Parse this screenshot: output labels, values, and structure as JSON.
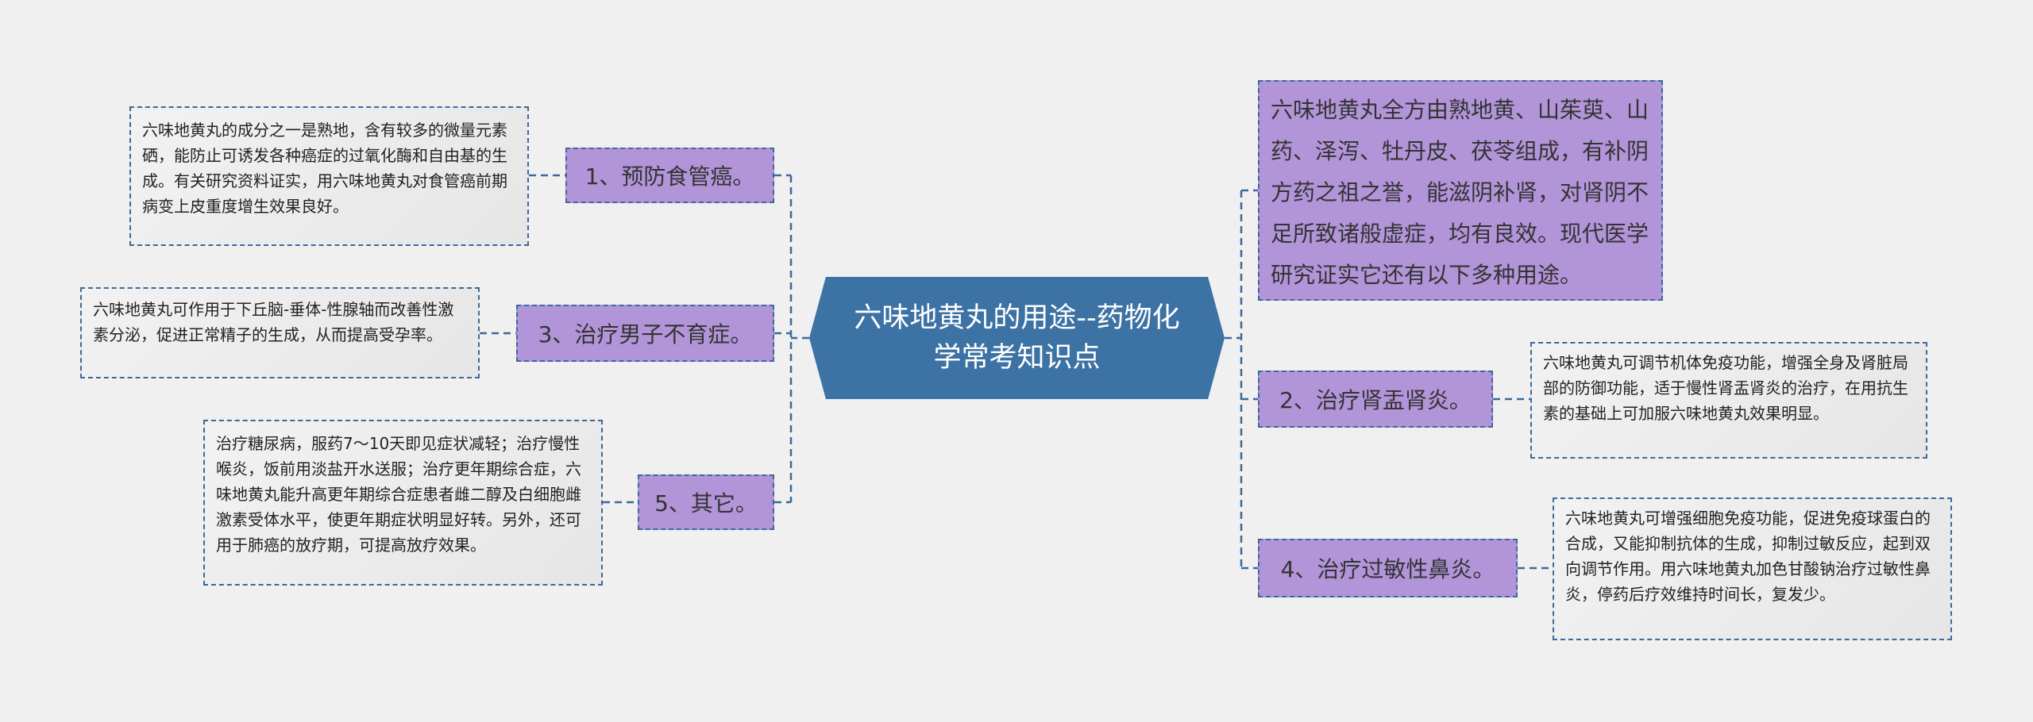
{
  "center": {
    "title": "六味地黄丸的用途--药物化学常考知识点"
  },
  "intro": "六味地黄丸全方由熟地黄、山茱萸、山药、泽泻、牡丹皮、茯苓组成，有补阴方药之祖之誉，能滋阴补肾，对肾阴不足所致诸般虚症，均有良效。现代医学研究证实它还有以下多种用途。",
  "branches": [
    {
      "label": "1、预防食管癌。",
      "detail": "六味地黄丸的成分之一是熟地，含有较多的微量元素硒，能防止可诱发各种癌症的过氧化酶和自由基的生成。有关研究资料证实，用六味地黄丸对食管癌前期病变上皮重度增生效果良好。"
    },
    {
      "label": "2、治疗肾盂肾炎。",
      "detail": "六味地黄丸可调节机体免疫功能，增强全身及肾脏局部的防御功能，适于慢性肾盂肾炎的治疗，在用抗生素的基础上可加服六味地黄丸效果明显。"
    },
    {
      "label": "3、治疗男子不育症。",
      "detail": "六味地黄丸可作用于下丘脑-垂体-性腺轴而改善性激素分泌，促进正常精子的生成，从而提高受孕率。"
    },
    {
      "label": "4、治疗过敏性鼻炎。",
      "detail": "六味地黄丸可增强细胞免疫功能，促进免疫球蛋白的合成，又能抑制抗体的生成，抑制过敏反应，起到双向调节作用。用六味地黄丸加色甘酸钠治疗过敏性鼻炎，停药后疗效维持时间长，复发少。"
    },
    {
      "label": "5、其它。",
      "detail": "治疗糖尿病，服药7～10天即见症状减轻；治疗慢性喉炎，饭前用淡盐开水送服；治疗更年期综合症，六味地黄丸能升高更年期综合症患者雌二醇及白细胞雌激素受体水平，使更年期症状明显好转。另外，还可用于肺癌的放疗期，可提高放疗效果。"
    }
  ],
  "colors": {
    "background": "#f0f0f0",
    "center": "#3d72a4",
    "node": "#b294d8",
    "line": "#3a6a9a"
  }
}
